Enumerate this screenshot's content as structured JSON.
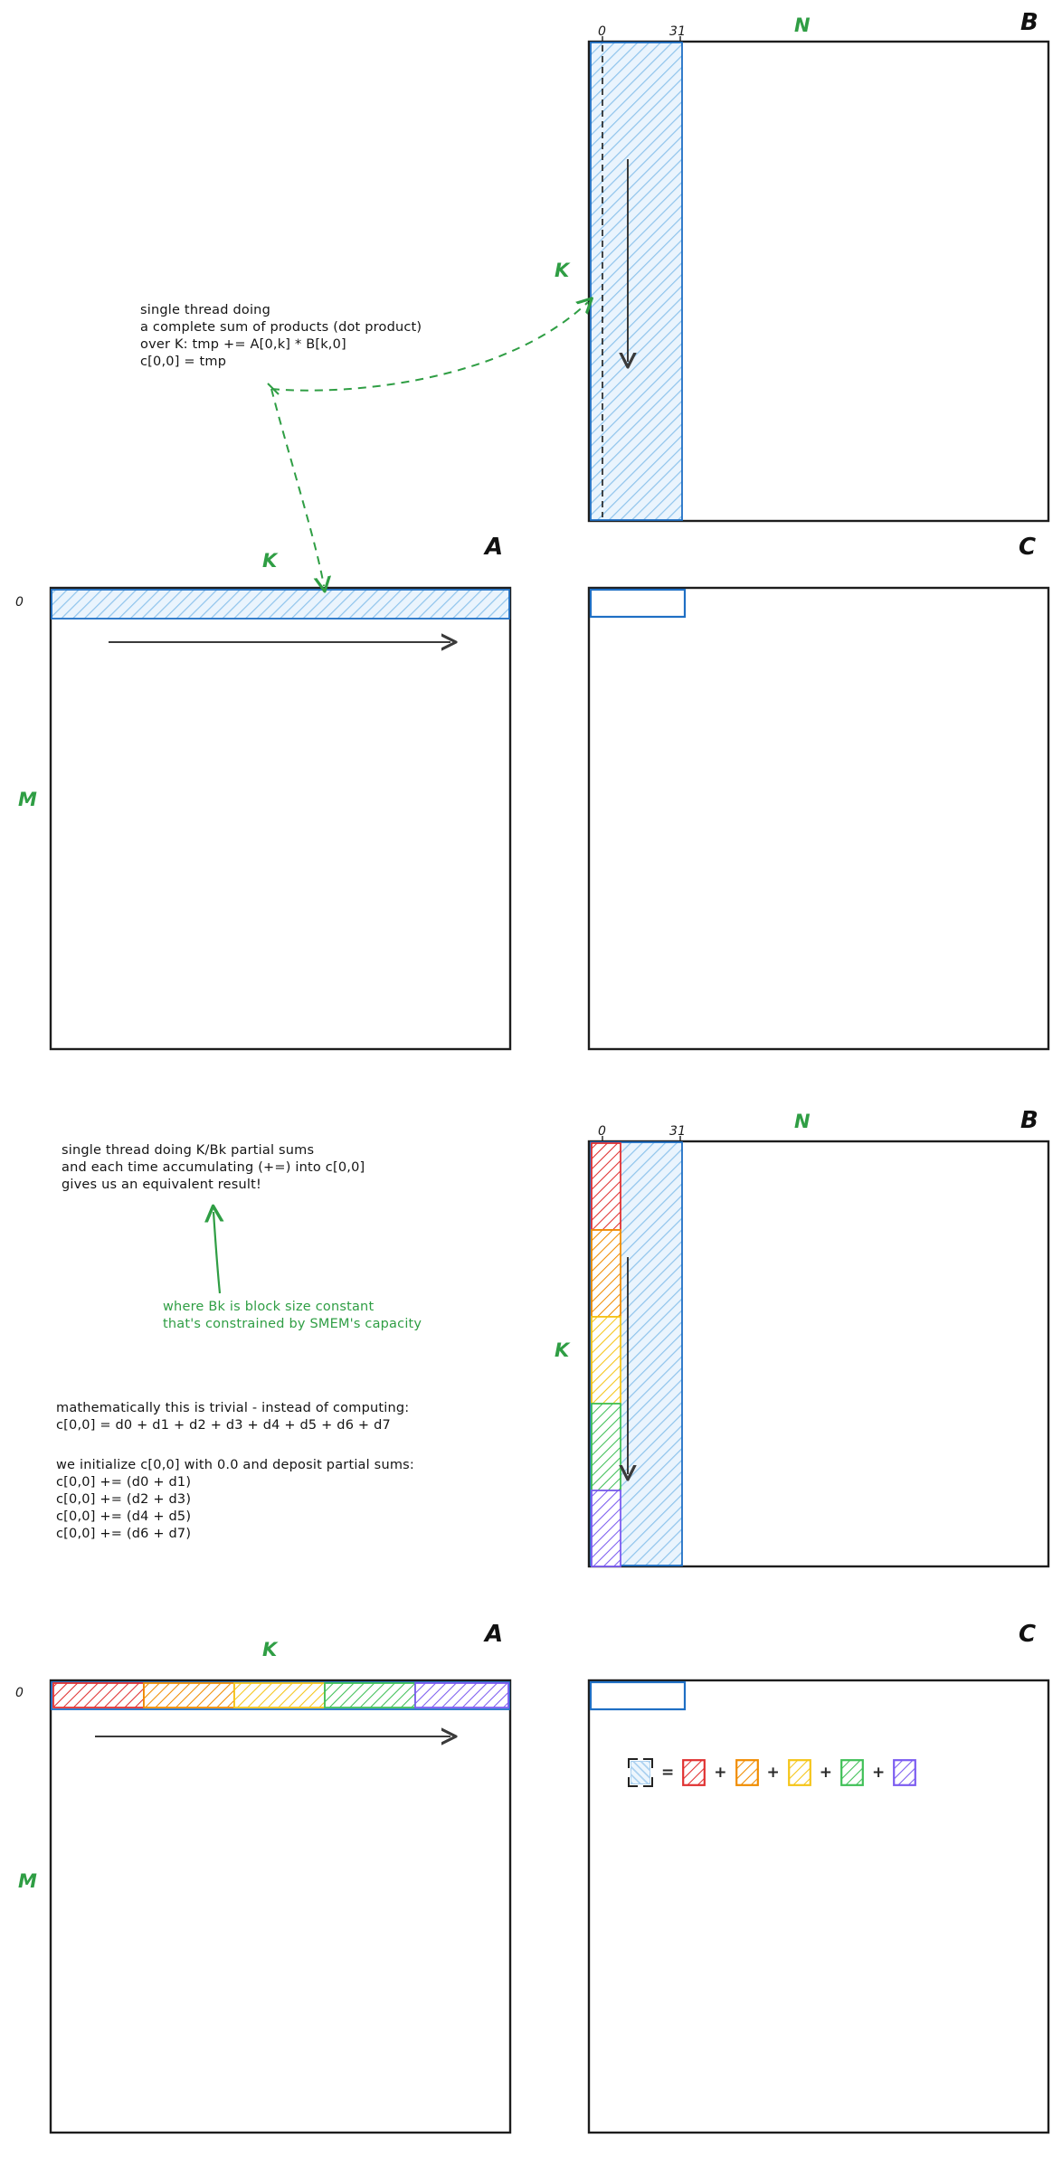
{
  "diagram": {
    "title_hidden": "GPU tiled matmul: dot product vs partial sums over K blocks"
  },
  "panels": {
    "top": {
      "matrix_b_label": "B",
      "matrix_b_n_label": "N",
      "matrix_b_k_label": "K",
      "matrix_a_label": "A",
      "matrix_a_k_label": "K",
      "matrix_a_m_label": "M",
      "matrix_c_label": "C",
      "tick_0": "0",
      "tick_31": "31",
      "row_index_0": "0",
      "note_lines": [
        "single thread doing",
        "a complete sum of products (dot product)",
        "over K: tmp += A[0,k] * B[k,0]",
        "c[0,0] = tmp"
      ]
    },
    "bottom": {
      "matrix_b_label": "B",
      "matrix_b_n_label": "N",
      "matrix_b_k_label": "K",
      "matrix_a_label": "A",
      "matrix_a_k_label": "K",
      "matrix_a_m_label": "M",
      "matrix_c_label": "C",
      "tick_0": "0",
      "tick_31": "31",
      "row_index_0": "0",
      "note_lines": [
        "single thread doing K/Bk partial sums",
        "and each time accumulating (+=) into c[0,0]",
        "gives us an equivalent result!"
      ],
      "green_note_lines": [
        "where Bk is block size constant",
        "that's constrained by SMEM's capacity"
      ],
      "math_block_1": [
        "mathematically this is trivial - instead of computing:",
        "c[0,0] = d0 + d1 + d2 + d3 + d4 + d5 + d6 + d7"
      ],
      "math_block_2": [
        "we initialize c[0,0] with 0.0 and deposit partial sums:",
        "c[0,0] += (d0 + d1)",
        "c[0,0] += (d2 + d3)",
        "c[0,0] += (d4 + d5)",
        "c[0,0] += (d6 + d7)"
      ]
    }
  },
  "legend": {
    "equals": "=",
    "plus": "+",
    "result_chip": "c-block-result",
    "terms": [
      "red-partial",
      "orange-partial",
      "yellow-partial",
      "green-partial",
      "purple-partial"
    ]
  },
  "colors": {
    "accent_green": "#2f9e44",
    "blue_hatch": "#1f6fc4",
    "band_red": "#e03131",
    "band_orange": "#f08c00",
    "band_yellow": "#f5c518",
    "band_green": "#40c057",
    "band_purple": "#7c5cf0",
    "outline_black": "#1d1d1d"
  },
  "bands": [
    {
      "name": "red",
      "color": "#e03131"
    },
    {
      "name": "orange",
      "color": "#f08c00"
    },
    {
      "name": "yellow",
      "color": "#f5c518"
    },
    {
      "name": "green",
      "color": "#40c057"
    },
    {
      "name": "purple",
      "color": "#7c5cf0"
    }
  ]
}
